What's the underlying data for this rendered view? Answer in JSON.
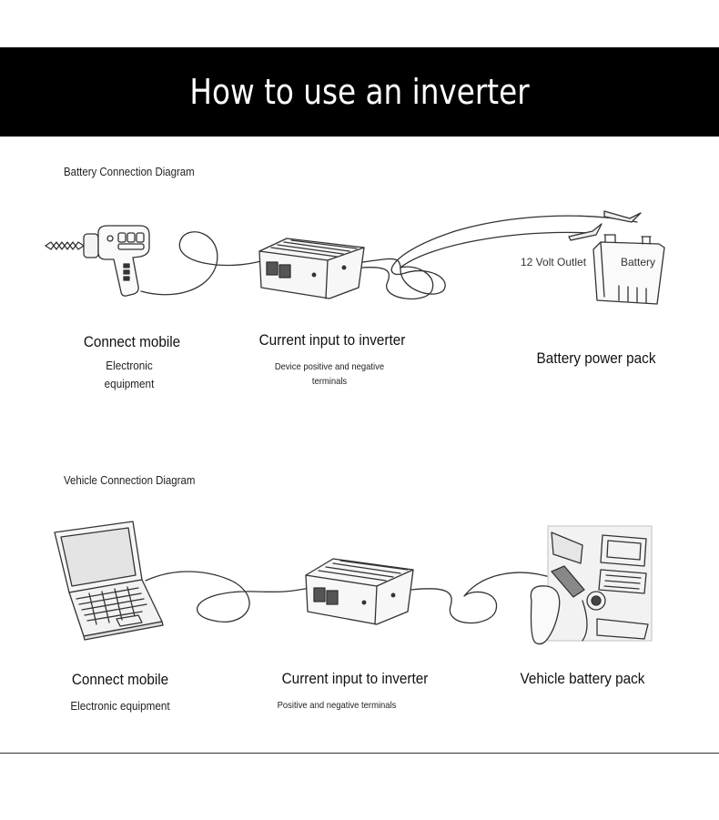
{
  "title": "How to use an inverter",
  "battery_section": {
    "heading": "Battery Connection Diagram",
    "outlet_label": "12 Volt Outlet",
    "battery_label": "Battery",
    "device_label": "Connect mobile",
    "device_sub_line1": "Electronic",
    "device_sub_line2": "equipment",
    "inverter_label": "Current input to inverter",
    "inverter_sub_line1": "Device positive and negative",
    "inverter_sub_line2": "terminals",
    "source_label": "Battery power pack"
  },
  "vehicle_section": {
    "heading": "Vehicle Connection Diagram",
    "device_label": "Connect mobile",
    "device_sub": "Electronic equipment",
    "inverter_label": "Current input to inverter",
    "inverter_sub": "Positive and negative terminals",
    "source_label": "Vehicle battery pack"
  },
  "icons": [
    "drill-icon",
    "inverter-icon",
    "battery-icon",
    "alligator-clip-icon",
    "laptop-icon",
    "car-dashboard-icon",
    "cigarette-plug-icon"
  ]
}
